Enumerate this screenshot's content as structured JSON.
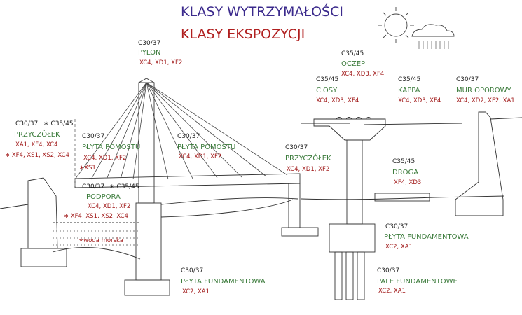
{
  "legend": {
    "strength_title": "KLASY WYTRZYMAŁOŚCI",
    "exposure_title": "KLASY EKSPOZYCJI"
  },
  "colors": {
    "strength": "#3b2a8c",
    "exposure": "#b01f1f",
    "element_name": "#3a7a3a",
    "line": "#333333",
    "sun": "#444444"
  },
  "labels": {
    "pylon": {
      "cls": "C30/37",
      "name": "PYLON",
      "exp": "XC4, XD1, XF2"
    },
    "deck_left": {
      "cls": "C30/37",
      "name": "PŁYTA POMOSTU",
      "exp": "XC4, XD1, XF2",
      "exp2": "XS1"
    },
    "deck_right": {
      "cls": "C30/37",
      "name": "PŁYTA POMOSTU",
      "exp": "XC4, XD1, XF2"
    },
    "abutment_left": {
      "cls": "C30/37",
      "cls2": "C35/45",
      "name": "PRZYCZÓŁEK",
      "exp": "XA1, XF4, XC4",
      "exp2": "XF4, XS1, XS2, XC4"
    },
    "support": {
      "cls": "C30/37",
      "cls2": "C35/45",
      "name": "PODPORA",
      "exp": "XC4, XD1, XF2",
      "exp2": "XF4, XS1, XS2, XC4"
    },
    "sea_water": {
      "text": "woda morska"
    },
    "found_slab_left": {
      "cls": "C30/37",
      "name": "PŁYTA FUNDAMENTOWA",
      "exp": "XC2, XA1"
    },
    "abutment_right": {
      "cls": "C30/37",
      "name": "PRZYCZÓŁEK",
      "exp": "XC4, XD1, XF2"
    },
    "capping_beam": {
      "cls": "C35/45",
      "name": "OCZEP",
      "exp": "XC4, XD3, XF4"
    },
    "columns": {
      "cls": "C35/45",
      "name": "CIOSY",
      "exp": "XC4, XD3, XF4"
    },
    "kappa": {
      "cls": "C35/45",
      "name": "KAPPA",
      "exp": "XC4, XD3, XF4"
    },
    "retaining_wall": {
      "cls": "C30/37",
      "name": "MUR OPOROWY",
      "exp": "XC4, XD2, XF2, XA1"
    },
    "road": {
      "cls": "C35/45",
      "name": "DROGA",
      "exp": "XF4, XD3"
    },
    "found_slab_right": {
      "cls": "C30/37",
      "name": "PŁYTA FUNDAMENTOWA",
      "exp": "XC2, XA1"
    },
    "piles": {
      "cls": "C30/37",
      "name": "PALE FUNDAMENTOWE",
      "exp": "XC2, XA1"
    }
  }
}
